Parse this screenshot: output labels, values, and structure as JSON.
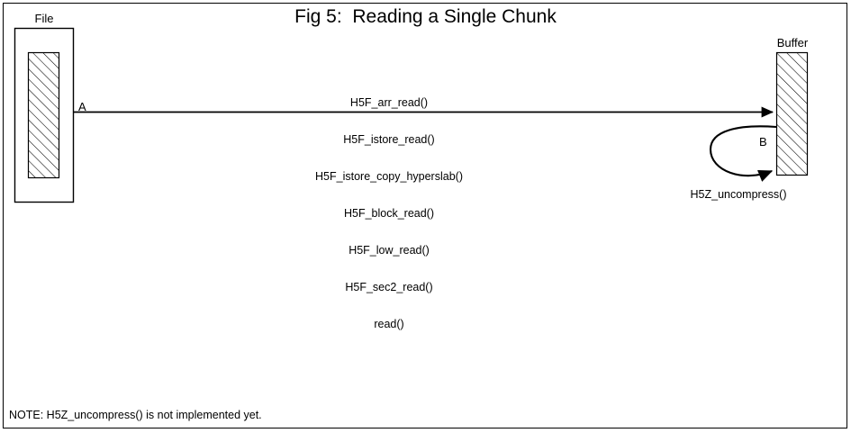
{
  "figure": {
    "title": "Fig 5:  Reading a Single Chunk",
    "note": "NOTE: H5Z_uncompress() is not implemented yet.",
    "stroke_color": "#000000",
    "background_color": "#ffffff"
  },
  "nodes": {
    "file": {
      "label": "File",
      "fill_pattern": "diagonal-hatch"
    },
    "buffer": {
      "label": "Buffer",
      "fill_pattern": "diagonal-hatch"
    }
  },
  "markers": {
    "a": "A",
    "b": "B"
  },
  "edges": {
    "read_path": {
      "marker": "A",
      "from": "file",
      "to": "buffer",
      "calls": [
        "H5F_arr_read()",
        "H5F_istore_read()",
        "H5F_istore_copy_hyperslab()",
        "H5F_block_read()",
        "H5F_low_read()",
        "H5F_sec2_read()",
        "read()"
      ]
    },
    "uncompress_loop": {
      "marker": "B",
      "from": "buffer",
      "to": "buffer",
      "label": "H5Z_uncompress()"
    }
  }
}
